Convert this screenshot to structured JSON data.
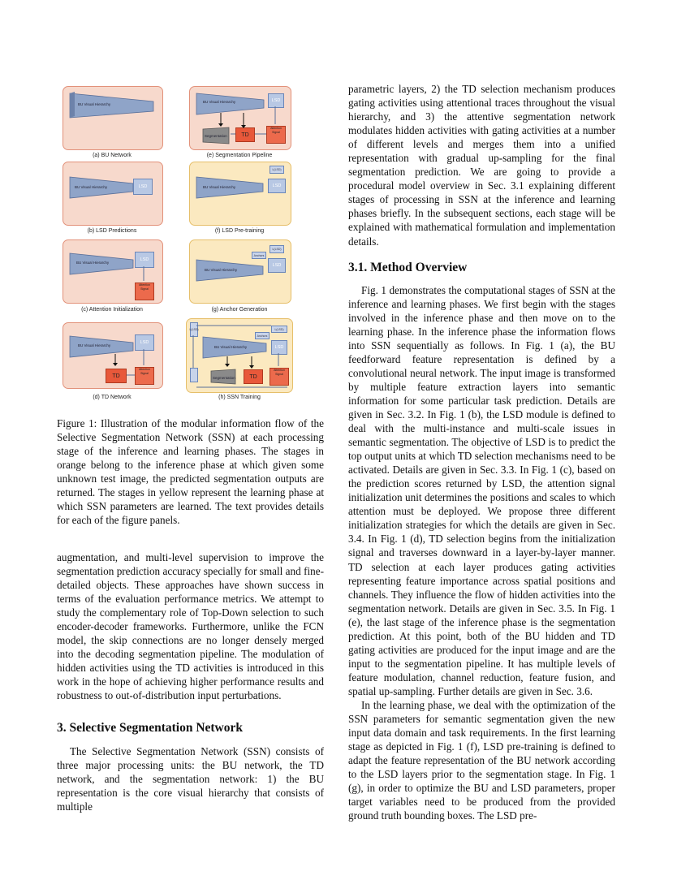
{
  "figure": {
    "panels": {
      "a": {
        "label": "(a) BU Network",
        "bu": "BU Visual Hierarchy"
      },
      "b": {
        "label": "(b) LSD Predictions",
        "bu": "BU Visual Hierarchy",
        "lsd": "LSD"
      },
      "c": {
        "label": "(c) Attention Initialization",
        "bu": "BU Visual Hierarchy",
        "lsd": "LSD",
        "sig": "Attention Signal"
      },
      "d": {
        "label": "(d) TD Network",
        "bu": "BU Visual Hierarchy",
        "lsd": "LSD",
        "td": "TD",
        "sig": "Attention Signal"
      },
      "e": {
        "label": "(e) Segmentation Pipeline",
        "bu": "BU Visual Hierarchy",
        "lsd": "LSD",
        "td": "TD",
        "seg": "Segmentation",
        "sig": "Attention Signal"
      },
      "f": {
        "label": "(f) LSD Pre-training",
        "bu": "BU Visual Hierarchy",
        "lsd": "LSD",
        "loss": "L(LSD)"
      },
      "g": {
        "label": "(g) Anchor Generation",
        "bu": "BU Visual Hierarchy",
        "lsd": "LSD",
        "loss": "L(LSD)",
        "anchor": "Anchors"
      },
      "h": {
        "label": "(h) SSN Training",
        "bu": "BU Visual Hierarchy",
        "lsd": "LSD",
        "td": "TD",
        "seg": "Segmentation",
        "loss": "L(LSD)",
        "anchor": "Anchors",
        "sig": "Attention Signal"
      }
    },
    "caption": "Figure 1: Illustration of the modular information flow of the Selective Segmentation Network (SSN) at each processing stage of the inference and learning phases. The stages in orange belong to the inference phase at which given some unknown test image, the predicted segmentation outputs are returned. The stages in yellow represent the learning phase at which SSN parameters are learned. The text provides details for each of the figure panels."
  },
  "left": {
    "para1": "augmentation, and multi-level supervision to improve the segmentation prediction accuracy specially for small and fine-detailed objects. These approaches have shown success in terms of the evaluation performance metrics. We attempt to study the complementary role of Top-Down selection to such encoder-decoder frameworks. Furthermore, unlike the FCN model, the skip connections are no longer densely merged into the decoding segmentation pipeline. The modulation of hidden activities using the TD activities is introduced in this work in the hope of achieving higher performance results and robustness to out-of-distribution input perturbations.",
    "section": "3. Selective Segmentation Network",
    "para2": "The Selective Segmentation Network (SSN) consists of three major processing units: the BU network, the TD network, and the segmentation network: 1) the BU representation is the core visual hierarchy that consists of multiple"
  },
  "right": {
    "para1": "parametric layers, 2) the TD selection mechanism produces gating activities using attentional traces throughout the visual hierarchy, and 3) the attentive segmentation network modulates hidden activities with gating activities at a number of different levels and merges them into a unified representation with gradual up-sampling for the final segmentation prediction. We are going to provide a procedural model overview in Sec. 3.1 explaining different stages of processing in SSN at the inference and learning phases briefly. In the subsequent sections, each stage will be explained with mathematical formulation and implementation details.",
    "subsection": "3.1. Method Overview",
    "para2": "Fig. 1 demonstrates the computational stages of SSN at the inference and learning phases. We first begin with the stages involved in the inference phase and then move on to the learning phase. In the inference phase the information flows into SSN sequentially as follows. In Fig. 1 (a), the BU feedforward feature representation is defined by a convolutional neural network. The input image is transformed by multiple feature extraction layers into semantic information for some particular task prediction. Details are given in Sec. 3.2. In Fig. 1 (b), the LSD module is defined to deal with the multi-instance and multi-scale issues in semantic segmentation. The objective of LSD is to predict the top output units at which TD selection mechanisms need to be activated. Details are given in Sec. 3.3. In Fig. 1 (c), based on the prediction scores returned by LSD, the attention signal initialization unit determines the positions and scales to which attention must be deployed. We propose three different initialization strategies for which the details are given in Sec. 3.4. In Fig. 1 (d), TD selection begins from the initialization signal and traverses downward in a layer-by-layer manner. TD selection at each layer produces gating activities representing feature importance across spatial positions and channels. They influence the flow of hidden activities into the segmentation network. Details are given in Sec. 3.5. In Fig. 1 (e), the last stage of the inference phase is the segmentation prediction. At this point, both of the BU hidden and TD gating activities are produced for the input image and are the input to the segmentation pipeline. It has multiple levels of feature modulation, channel reduction, feature fusion, and spatial up-sampling. Further details are given in Sec. 3.6.",
    "para3": "In the learning phase, we deal with the optimization of the SSN parameters for semantic segmentation given the new input data domain and task requirements. In the first learning stage as depicted in Fig. 1 (f), LSD pre-training is defined to adapt the feature representation of the BU network according to the LSD layers prior to the segmentation stage. In Fig. 1 (g), in order to optimize the BU and LSD parameters, proper target variables need to be produced from the provided ground truth bounding boxes. The LSD pre-"
  },
  "colors": {
    "orange_panel": "#f7d9cc",
    "yellow_panel": "#fbe9c0",
    "lsd_box": "#b8c8e4",
    "td_box": "#e8583a"
  }
}
